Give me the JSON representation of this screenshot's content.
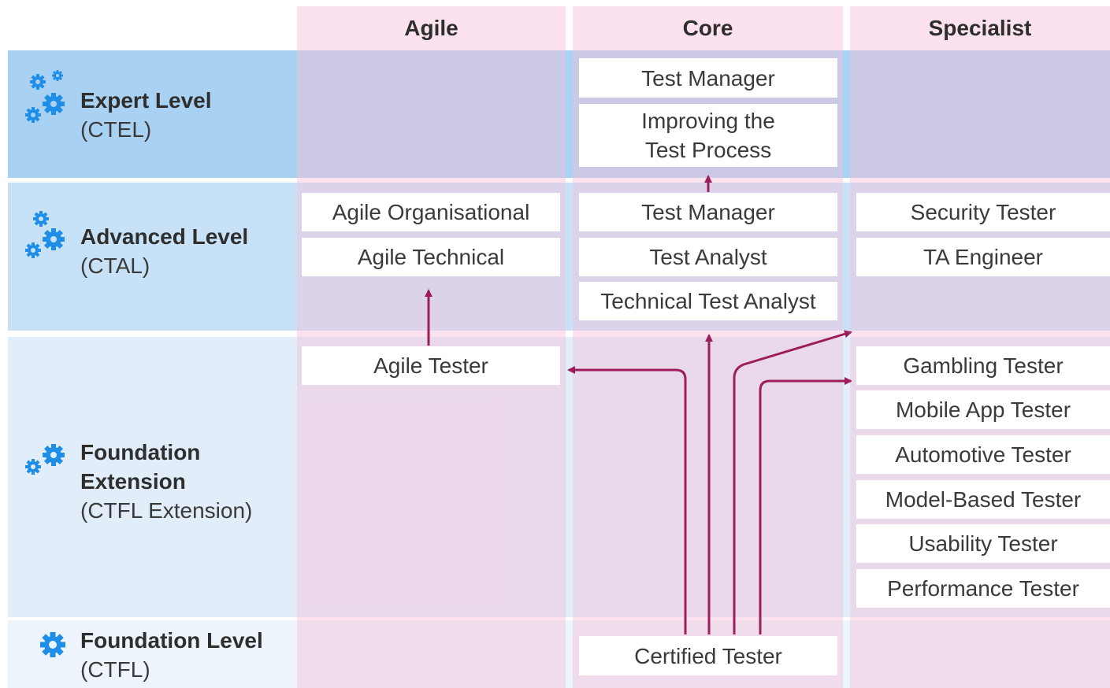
{
  "colors": {
    "expert_band": "#a9d1f2",
    "advanced_band": "#c7e2f7",
    "extension_band": "#e1eef9",
    "foundation_band": "#edf4fb",
    "column_pink": "#f7bfd9",
    "gear_icon": "#1e8ee8",
    "arrow": "#9c1d5b",
    "box": "#ffffff"
  },
  "columns": {
    "agile": "Agile",
    "core": "Core",
    "specialist": "Specialist"
  },
  "levels": {
    "expert": {
      "title": "Expert Level",
      "sub": "(CTEL)",
      "icon": "gears-icon"
    },
    "advanced": {
      "title": "Advanced Level",
      "sub": "(CTAL)",
      "icon": "gears-icon"
    },
    "extension": {
      "title": "Foundation Extension",
      "title_line1": "Foundation",
      "title_line2": "Extension",
      "sub": "(CTFL Extension)",
      "icon": "gears-icon"
    },
    "foundation": {
      "title": "Foundation Level",
      "sub": "(CTFL)",
      "icon": "gear-icon"
    }
  },
  "modules": {
    "expert_core": [
      "Test Manager",
      "Improving the Test Process"
    ],
    "expert_core_2_line1": "Improving the",
    "expert_core_2_line2": "Test Process",
    "advanced_agile": [
      "Agile Organisational",
      "Agile Technical"
    ],
    "advanced_core": [
      "Test Manager",
      "Test Analyst",
      "Technical Test Analyst"
    ],
    "advanced_specialist": [
      "Security Tester",
      "TA Engineer"
    ],
    "extension_agile": [
      "Agile Tester"
    ],
    "extension_specialist": [
      "Gambling Tester",
      "Mobile App Tester",
      "Automotive Tester",
      "Model-Based Tester",
      "Usability Tester",
      "Performance Tester"
    ],
    "foundation_core": [
      "Certified Tester"
    ]
  }
}
